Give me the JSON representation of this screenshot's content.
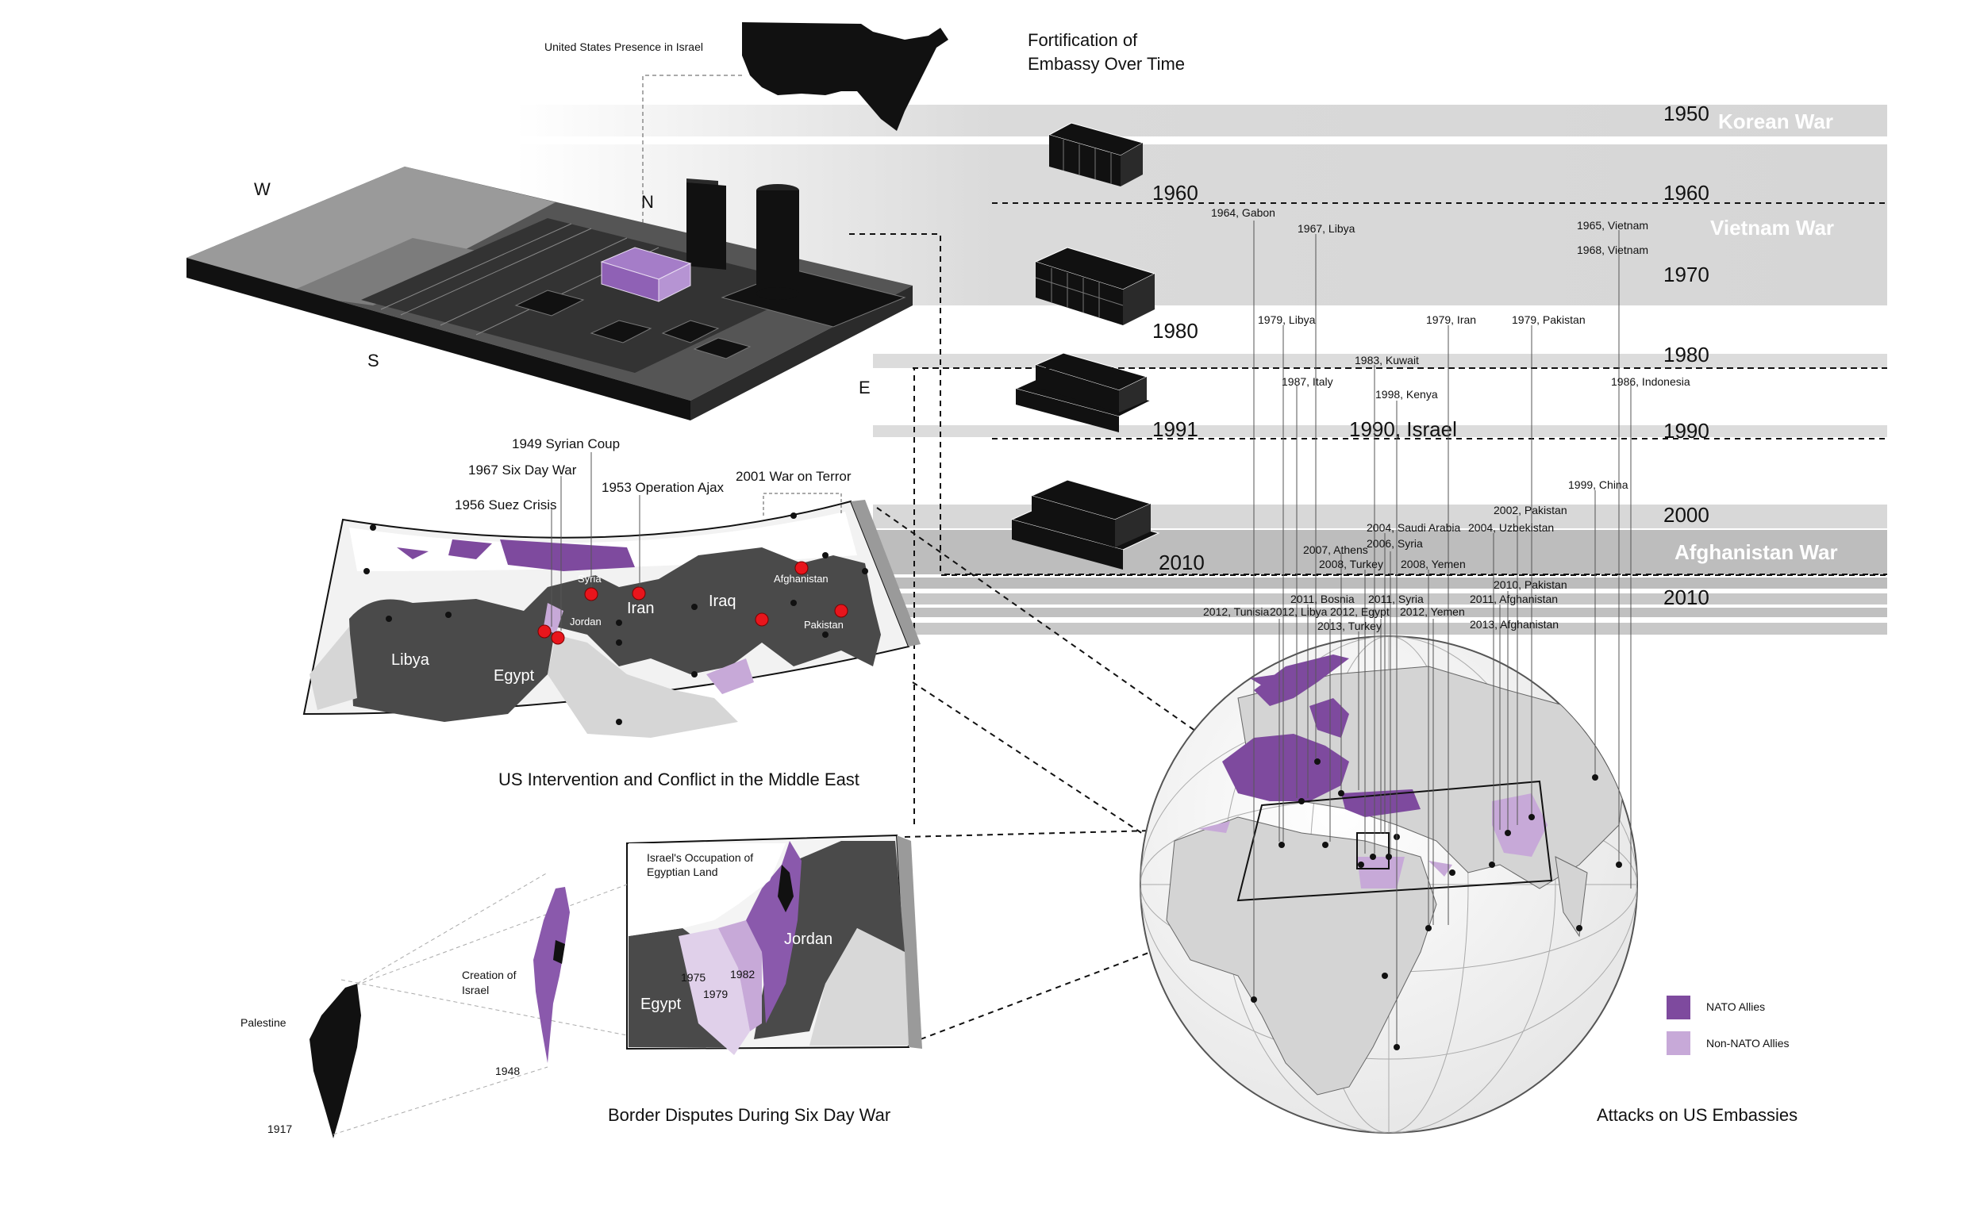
{
  "titles": {
    "us_presence": "United States Presence in Israel",
    "fortification_line1": "Fortification of",
    "fortification_line2": "Embassy Over Time",
    "middle_east": "US Intervention and Conflict in the Middle East",
    "border": "Border Disputes During Six Day War",
    "attacks": "Attacks on US Embassies"
  },
  "compass": {
    "w": "W",
    "n": "N",
    "s": "S",
    "e": "E"
  },
  "timeline_years_left": [
    "1960",
    "1980",
    "1991",
    "2010"
  ],
  "timeline_years_right": [
    "1950",
    "1960",
    "1970",
    "1980",
    "1990",
    "2000",
    "2010"
  ],
  "wars": [
    "Korean War",
    "Vietnam War",
    "Afghanistan War"
  ],
  "israel_1990": "1990, Israel",
  "conflicts": [
    "1949 Syrian Coup",
    "1967 Six Day War",
    "1953 Operation Ajax",
    "2001 War on Terror",
    "1956 Suez Crisis"
  ],
  "me_countries": {
    "libya": "Libya",
    "egypt": "Egypt",
    "syria": "Syria",
    "jordan": "Jordan",
    "iran": "Iran",
    "iraq": "Iraq",
    "afghanistan": "Afghanistan",
    "pakistan": "Pakistan"
  },
  "border_map": {
    "occupation_line1": "Israel's Occupation of",
    "occupation_line2": "Egyptian Land",
    "egypt": "Egypt",
    "jordan": "Jordan",
    "y1975": "1975",
    "y1979": "1979",
    "y1982": "1982"
  },
  "israel_stages": {
    "palestine": "Palestine",
    "y1917": "1917",
    "creation_line1": "Creation of",
    "creation_line2": "Israel",
    "y1948": "1948"
  },
  "attacks": [
    "1964, Gabon",
    "1967, Libya",
    "1965, Vietnam",
    "1968, Vietnam",
    "1979, Libya",
    "1979, Iran",
    "1979, Pakistan",
    "1983, Kuwait",
    "1987, Italy",
    "1986, Indonesia",
    "1998, Kenya",
    "1999, China",
    "2002, Pakistan",
    "2004, Saudi Arabia",
    "2004, Uzbekistan",
    "2006, Syria",
    "2007, Athens",
    "2008, Turkey",
    "2008, Yemen",
    "2010, Pakistan",
    "2011, Bosnia",
    "2011, Syria",
    "2011, Afghanistan",
    "2012, Tunisia",
    "2012, Libya",
    "2012, Egypt",
    "2012, Yemen",
    "2013, Turkey",
    "2013, Afghanistan"
  ],
  "legend": {
    "nato": "NATO Allies",
    "non_nato": "Non-NATO Allies"
  },
  "colors": {
    "nato": "#7e4a9e",
    "non_nato": "#c7a9d8",
    "dark": "#4a4a4a",
    "band": "#d4d4d4"
  }
}
